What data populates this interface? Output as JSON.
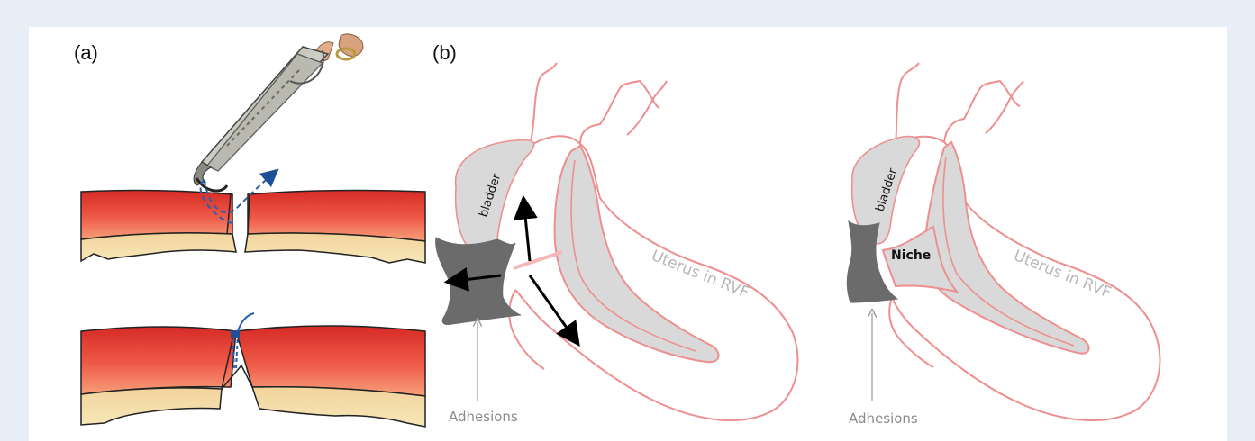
{
  "panel_a": {
    "label": "(a)"
  },
  "panel_b": {
    "label": "(b)",
    "left": {
      "bladder": "bladder",
      "uterus": "Uterus in RVF",
      "adhesions": "Adhesions"
    },
    "right": {
      "bladder": "bladder",
      "niche": "Niche",
      "uterus": "Uterus in RVF",
      "adhesions": "Adhesions"
    }
  },
  "colors": {
    "page_bg": "#e8eef7",
    "muscle_red": "#e8413a",
    "endometrium": "#f0c88e",
    "suture_blue": "#2a5fa8",
    "uterus_outline": "#ee8f8f",
    "bladder_fill": "#d9d9d9",
    "adhesion_fill": "#6b6b6b"
  }
}
